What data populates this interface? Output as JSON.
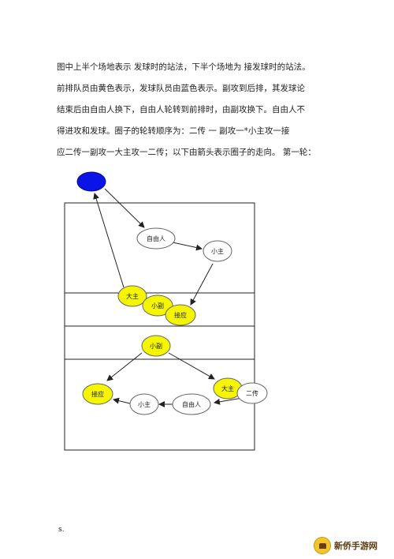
{
  "paragraph": [
    "图中上半个场地表示 发球时的站法，下半个场地为 接发球时的站法。",
    "前排队员由黄色表示，发球队员由蓝色表示。副攻到后排，其发球论",
    "结束后由自由人换下，自由人轮转到前排时，由副攻换下。自由人不",
    "得进攻和发球。圈子的轮转顺序为：二传 一 副攻一*小主攻一接",
    "应二传一副攻一大主攻一二传；以下由箭头表示圈子的走向。  第一轮："
  ],
  "diagram": {
    "server_color": "#0a14e6",
    "front_row_color": "#f5f500",
    "upper_court": {
      "libero": "自由人",
      "small_hitter": "小主",
      "big_hitter": "大主",
      "middle": "小副",
      "receiver": "接应"
    },
    "lower_court": {
      "middle": "小副",
      "big_hitter": "大主",
      "setter": "二传",
      "small_hitter": "小主",
      "libero": "自由人",
      "receiver": "接应"
    }
  },
  "footer_mark": "s.",
  "watermark": {
    "text": "新侨手游网",
    "icon": "watermark-logo-icon"
  }
}
